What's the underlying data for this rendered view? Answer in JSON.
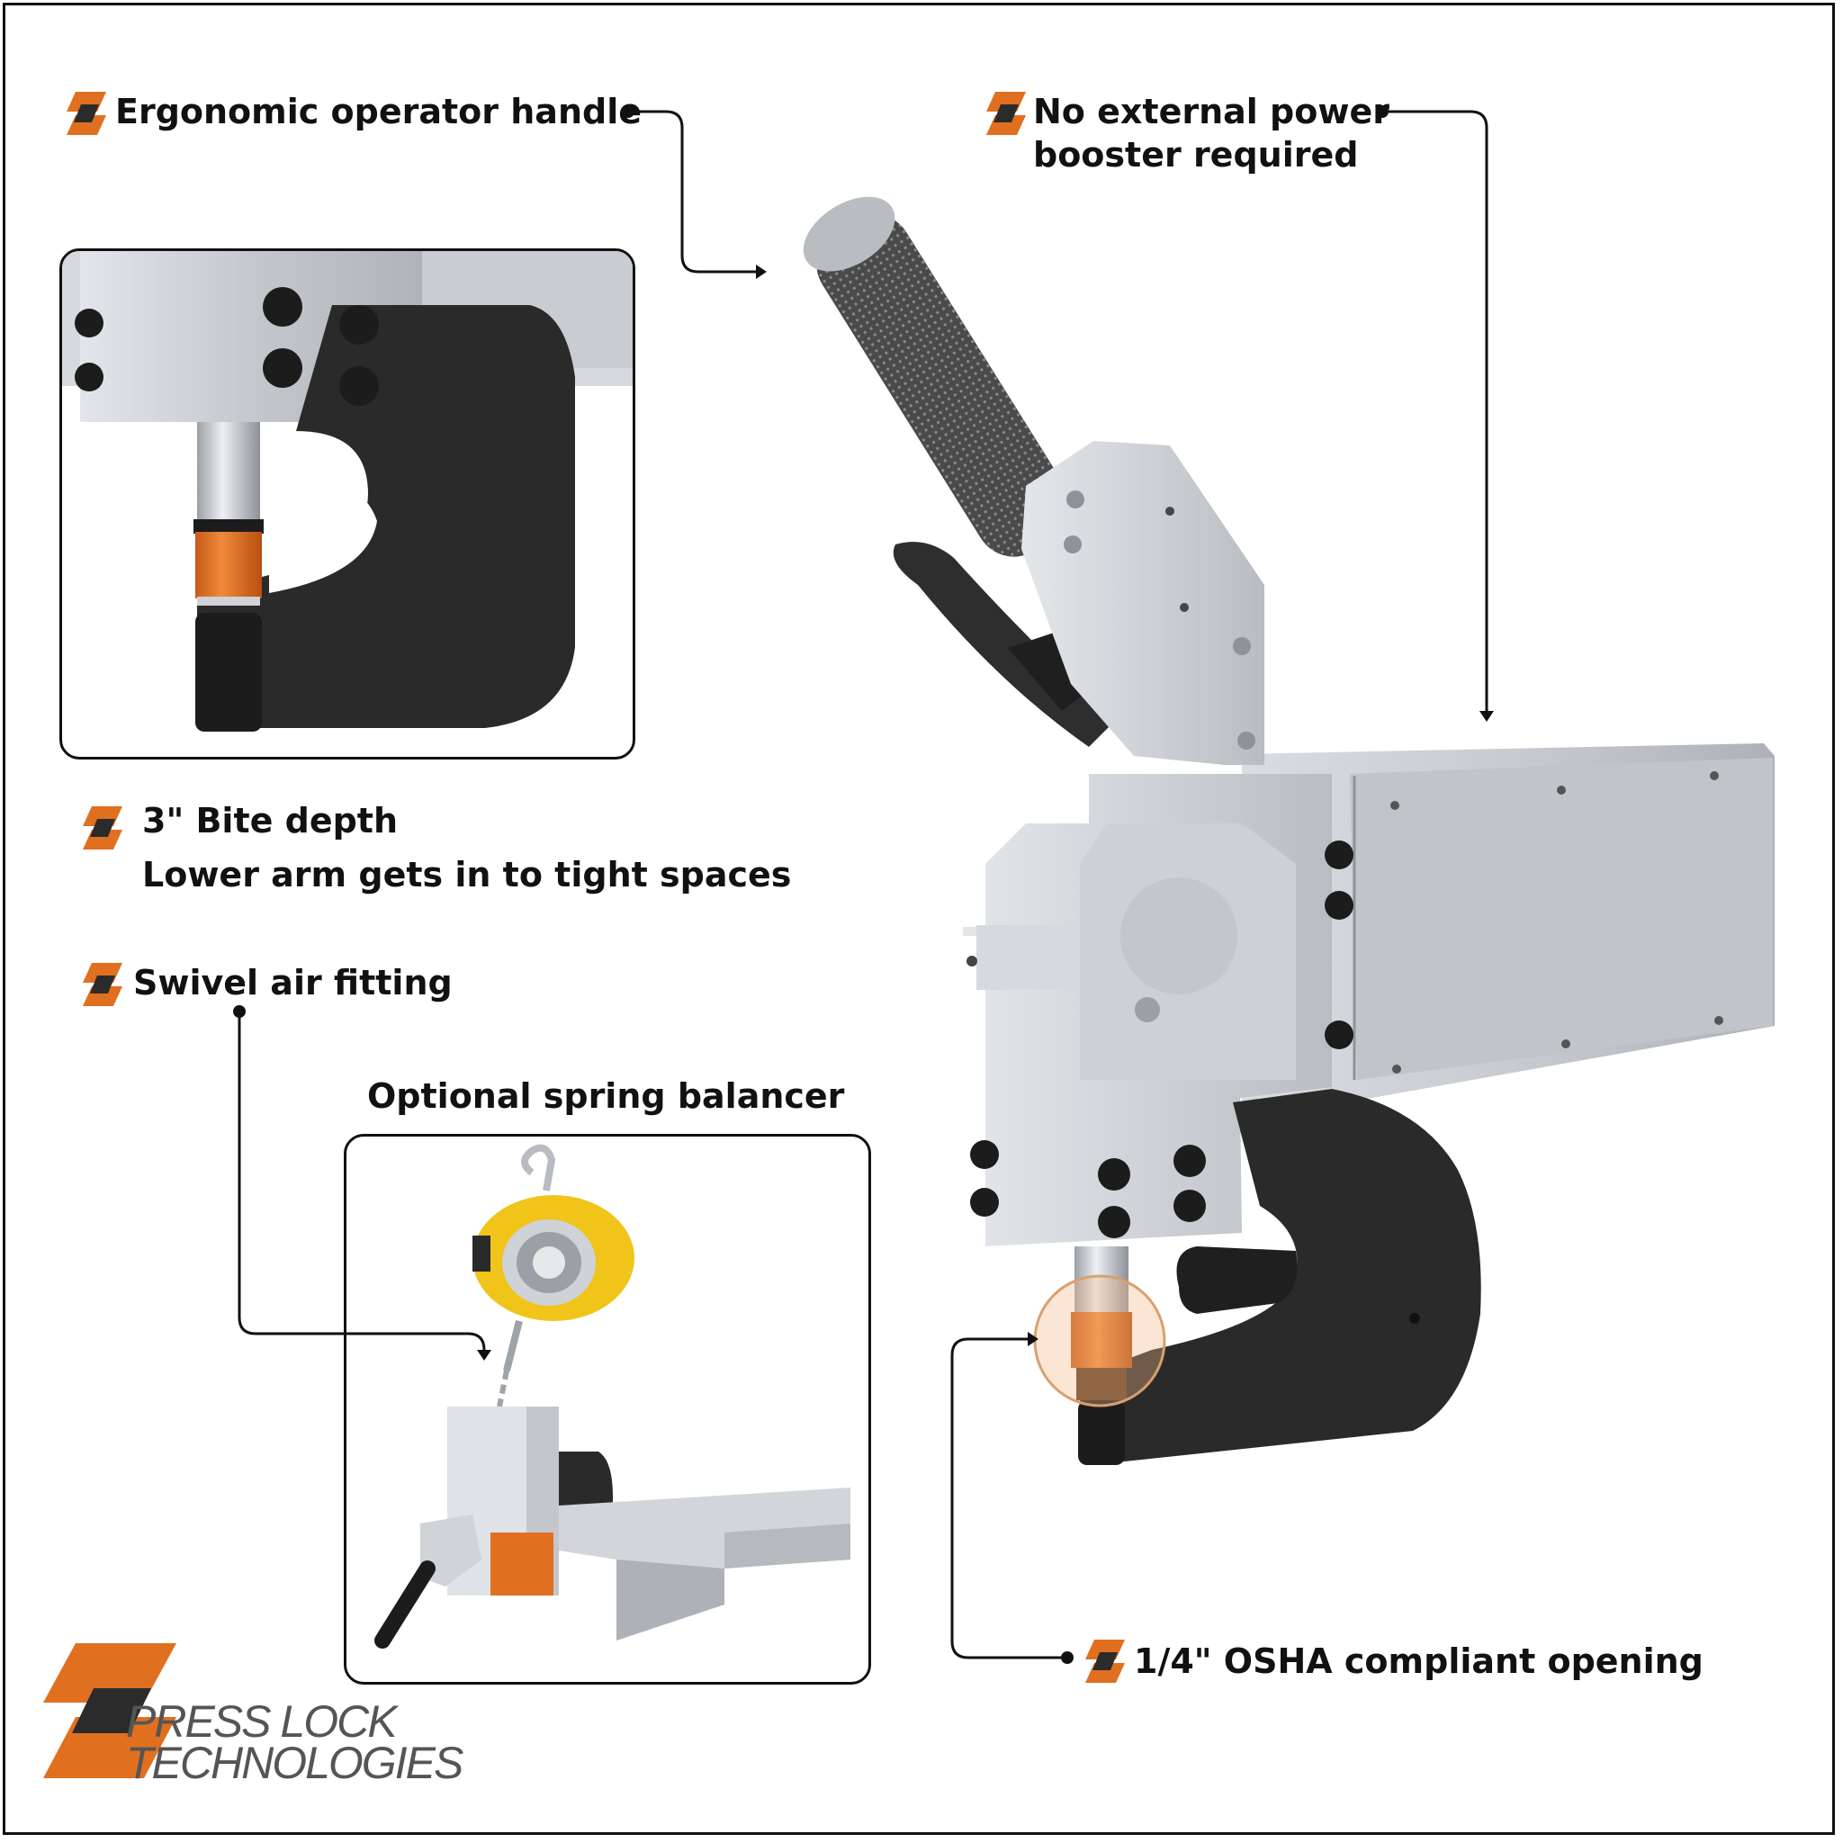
{
  "callouts": {
    "handle": "Ergonomic operator handle",
    "power_line1": "No external power",
    "power_line2": "booster required",
    "bite_line1": "3\" Bite depth",
    "bite_line2": "Lower arm gets in to tight spaces",
    "swivel": "Swivel air fitting",
    "osha": "1/4\" OSHA compliant opening"
  },
  "balancer_panel": {
    "title": "Optional spring balancer"
  },
  "brand": {
    "line1": "PRESS LOCK",
    "line2": "TECHNOLOGIES"
  },
  "colors": {
    "accent_orange": "#e07020",
    "steel": "#c4c8cd",
    "dark_frame": "#2a2a2a",
    "balancer_yellow": "#f0c419"
  }
}
